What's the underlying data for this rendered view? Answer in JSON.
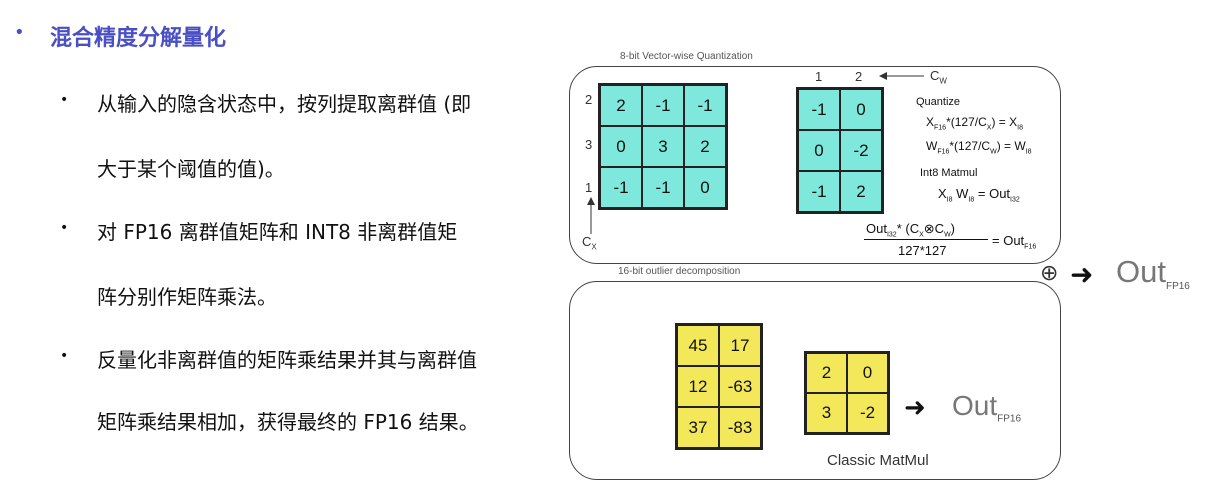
{
  "title": {
    "bullet": "•",
    "text": "混合精度分解量化"
  },
  "bullets": [
    {
      "marker": "•",
      "lines": [
        "从输入的隐含状态中，按列提取离群值 (即",
        "大于某个阈值的值)。"
      ]
    },
    {
      "marker": "•",
      "lines": [
        "对 FP16 离群值矩阵和 INT8 非离群值矩",
        "阵分别作矩阵乘法。"
      ]
    },
    {
      "marker": "•",
      "lines": [
        "反量化非离群值的矩阵乘结果并其与离群值",
        "矩阵乘结果相加，获得最终的 FP16 结果。"
      ]
    }
  ],
  "diagram": {
    "top_box_label": "8-bit Vector-wise Quantization",
    "bottom_box_label": "16-bit outlier decomposition",
    "row_labels": [
      "2",
      "3",
      "1"
    ],
    "col_labels": [
      "1",
      "2"
    ],
    "cx_label": "C",
    "cx_sub": "X",
    "cw_label": "C",
    "cw_sub": "W",
    "matrix_x": [
      [
        "2",
        "-1",
        "-1"
      ],
      [
        "0",
        "3",
        "2"
      ],
      [
        "-1",
        "-1",
        "0"
      ]
    ],
    "matrix_w": [
      [
        "-1",
        "0"
      ],
      [
        "0",
        "-2"
      ],
      [
        "-1",
        "2"
      ]
    ],
    "quantize": {
      "title": "Quantize",
      "eq1": "X",
      "eq1_sub": "F16",
      "eq1_mid": "*(127/C",
      "eq1_mid_sub": "X",
      "eq1_end": ") = X",
      "eq1_end_sub": "I8",
      "eq2": "W",
      "eq2_sub": "F16",
      "eq2_mid": "*(127/C",
      "eq2_mid_sub": "W",
      "eq2_end": ") = W",
      "eq2_end_sub": "I8",
      "int8_title": "Int8 Matmul",
      "mm_a": "X",
      "mm_a_sub": "I8",
      "mm_b": " W",
      "mm_b_sub": "I8",
      "mm_eq": "= Out",
      "mm_eq_sub": "I32",
      "frac_num": "Out",
      "frac_num_sub": "I32",
      "frac_num_rest": "*  (C",
      "frac_cx_sub": "X",
      "frac_otimes": "⊗",
      "frac_cw": "C",
      "frac_cw_sub": "W",
      "frac_close": ")",
      "frac_den": "127*127",
      "frac_eq": "= Out",
      "frac_eq_sub": "F16"
    },
    "matrix_outlier_x": [
      [
        "45",
        "17"
      ],
      [
        "12",
        "-63"
      ],
      [
        "37",
        "-83"
      ]
    ],
    "matrix_outlier_w": [
      [
        "2",
        "0"
      ],
      [
        "3",
        "-2"
      ]
    ],
    "classic_label": "Classic MatMul",
    "plus_symbol": "⊕",
    "arrow_symbol": "➜",
    "out_label": "Out",
    "out_sub": "FP16"
  }
}
